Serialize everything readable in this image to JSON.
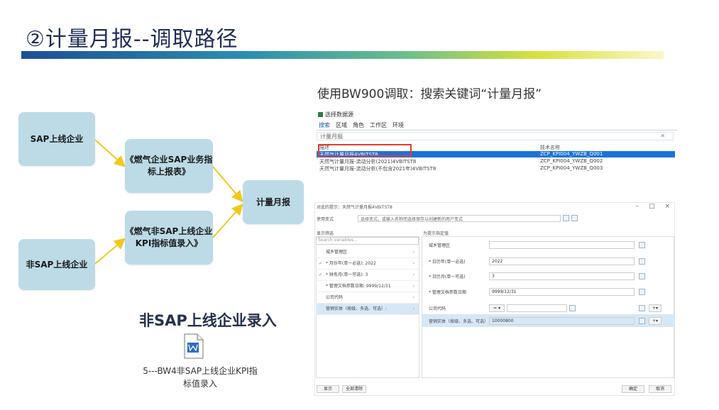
{
  "slide": {
    "title": "②计量月报--调取路径",
    "subtitle": "使用BW900调取：搜索关键词“计量月报”"
  },
  "flow": {
    "sap_online": "SAP上线企业",
    "sap_report": "《燃气企业SAP业务指标上报表》",
    "non_sap_online": "非SAP上线企业",
    "non_sap_kpi": "《燃气非SAP上线企业KPI指标值录入》",
    "monthly_report": "计量月报"
  },
  "non_sap_entry": {
    "heading": "非SAP上线企业录入",
    "doc_caption": "5---BW4非SAP上线企业KPI指标值录入"
  },
  "datasource_panel": {
    "title": "选择数据源",
    "tabs": [
      "搜索",
      "区域",
      "角色",
      "工作区",
      "环境"
    ],
    "search_value": "计量月报",
    "col_desc": "描述",
    "col_tech": "技术名称",
    "rows": [
      {
        "desc": "天然气计量月报4VBITST8",
        "tech": "ZCP_KPI004_YWZB_Q001",
        "selected": true
      },
      {
        "desc": "天然气计量月报-流动分析(2021)4VBITST8",
        "tech": "ZCP_KPI004_YWZB_Q002",
        "selected": false
      },
      {
        "desc": "天然气计量月报-流动分析(不包含2021年)4VBITST8",
        "tech": "ZCP_KPI004_YWZB_Q003",
        "selected": false
      }
    ]
  },
  "prompt_dialog": {
    "title": "对此的提示：天然气计量月报4VBITST8",
    "window_buttons": [
      "–",
      "□",
      "×"
    ],
    "scheme_label": "使用变式",
    "scheme_value": "选择变式，或输入名称而选择保存以创建新的用户变式",
    "left_header": "显示筛选",
    "right_header": "为提示指定值",
    "left_search_placeholder": "Search variables...",
    "left_items": [
      {
        "label": "城乡管理区",
        "check": false,
        "selected": false
      },
      {
        "label": "* 月份年(单一必选): 2022",
        "check": true,
        "selected": false
      },
      {
        "label": "* 财务月(单一可选): 3",
        "check": true,
        "selected": false
      },
      {
        "label": "* 管理文档参数日期: 9999/12/31",
        "check": false,
        "selected": false
      },
      {
        "label": "公司代码",
        "check": false,
        "selected": false
      },
      {
        "label": "营销实体（按级、多选、可选）:",
        "check": false,
        "selected": true
      }
    ],
    "right_rows": [
      {
        "label": "城乡管理区",
        "value": ""
      },
      {
        "label": "* 日历年(单一必选)",
        "value": "2022"
      },
      {
        "label": "* 日历月(单一可选)",
        "value": "3"
      },
      {
        "label": "* 管理文档参数日期",
        "value": "9999/12/31"
      },
      {
        "label": "公司代码",
        "value": ""
      },
      {
        "label": "营销实体（按级、多选、可选）",
        "value": "10000800"
      }
    ],
    "show_label": "显示",
    "reset_all": "全部清除",
    "ok": "确定",
    "cancel": "取消"
  }
}
